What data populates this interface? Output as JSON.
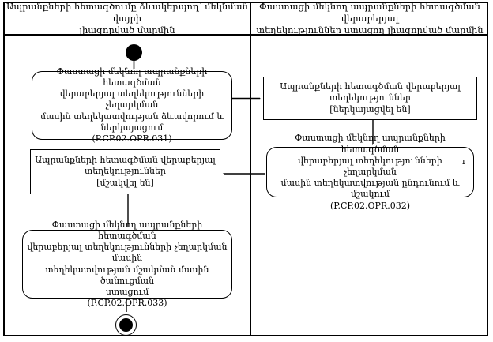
{
  "diagram": {
    "type": "activity-swimlane-flowchart",
    "colors": {
      "line": "#000000",
      "background": "#ffffff"
    },
    "lanes": [
      {
        "id": "left",
        "title_lines": [
          "Ապրանքների հետագծումը ձևակերպող՝ մեկնման վայրի",
          "լիազորված մարմին"
        ]
      },
      {
        "id": "right",
        "title_lines": [
          "Փաստացի մեկնող ապրանքների հետագծման վերաբերյալ",
          "տեղեկություններ ստացող լիազորված մարմին"
        ]
      }
    ],
    "nodes": {
      "start": {
        "type": "initial-node",
        "lane": "left"
      },
      "op031": {
        "type": "action-rounded",
        "lane": "left",
        "lines": [
          "Փաստացի մեկնող ապրանքների հետագծման",
          "վերաբերյալ տեղեկությունների չեղարկման",
          "մասին տեղեկատվության ձևավորում և",
          "ներկայացում",
          "(P.CP.02.OPR.031)"
        ]
      },
      "state_submitted": {
        "type": "object-state-rect",
        "lane": "right",
        "lines": [
          "Ապրանքների հետագծման վերաբերյալ",
          "տեղեկություններ",
          "[ներկայացվել են]"
        ]
      },
      "op032": {
        "type": "action-rounded",
        "lane": "right",
        "lines": [
          "Փաստացի մեկնող ապրանքների հետագծման",
          "վերաբերյալ տեղեկությունների չեղարկման",
          "մասին տեղեկատվության ընդունում և մշակում",
          "(P.CP.02.OPR.032)"
        ]
      },
      "state_processed": {
        "type": "object-state-rect",
        "lane": "left",
        "lines": [
          "Ապրանքների հետագծման վերաբերյալ",
          "տեղեկություններ",
          "[մշակվել են]"
        ]
      },
      "op033": {
        "type": "action-rounded",
        "lane": "left",
        "lines": [
          "Փաստացի մեկնող ապրանքների հետագծման",
          "վերաբերյալ տեղեկությունների չեղարկման մասին",
          "տեղեկատվության մշակման մասին ծանուցման",
          "ստացում",
          "(P.CP.02.OPR.033)"
        ]
      },
      "end": {
        "type": "final-node",
        "lane": "left"
      }
    },
    "stray_mark": "ı",
    "edges": [
      {
        "from": "start",
        "to": "op031"
      },
      {
        "from": "op031",
        "to": "state_submitted"
      },
      {
        "from": "state_submitted",
        "to": "op032"
      },
      {
        "from": "op032",
        "to": "state_processed"
      },
      {
        "from": "state_processed",
        "to": "op033"
      },
      {
        "from": "op033",
        "to": "end"
      }
    ]
  }
}
